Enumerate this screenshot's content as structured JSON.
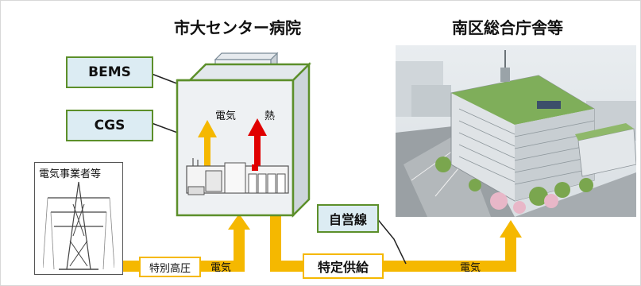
{
  "hospital": {
    "title": "市大センター病院",
    "label_electricity": "電気",
    "label_heat": "熱"
  },
  "ward_office": {
    "title": "南区総合庁舎等"
  },
  "bems": {
    "label": "BEMS"
  },
  "cgs": {
    "label": "CGS"
  },
  "power_company": {
    "label": "電気事業者等"
  },
  "private_line": {
    "label": "自営線"
  },
  "flows": {
    "special_high_voltage": "特別高圧",
    "electricity_in": "電気",
    "specified_supply": "特定供給",
    "electricity_out": "電気"
  },
  "colors": {
    "flow": "#f5b800",
    "heat_arrow": "#e00000",
    "elec_arrow": "#f5b800",
    "box_border": "#5c8f2a",
    "label_fill": "#dcecf3"
  },
  "icons": [
    "ycu-logo-icon",
    "power-pylon-icon",
    "generator-icon",
    "building-rendering-image"
  ]
}
